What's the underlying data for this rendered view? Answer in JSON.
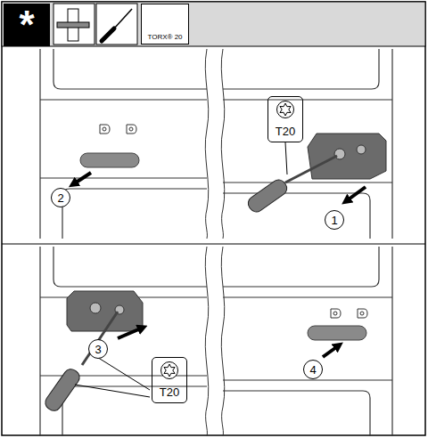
{
  "diagram": {
    "nodes": [
      {
        "text": [
          "*"
        ]
      },
      {
        "text": [
          "TORX® 20"
        ]
      },
      {
        "text": [
          "T20"
        ]
      },
      {
        "text": [
          "2"
        ]
      },
      {
        "text": [
          "1"
        ]
      },
      {
        "text": [
          "3"
        ]
      },
      {
        "text": [
          "T20"
        ]
      },
      {
        "text": [
          "4"
        ]
      }
    ]
  }
}
